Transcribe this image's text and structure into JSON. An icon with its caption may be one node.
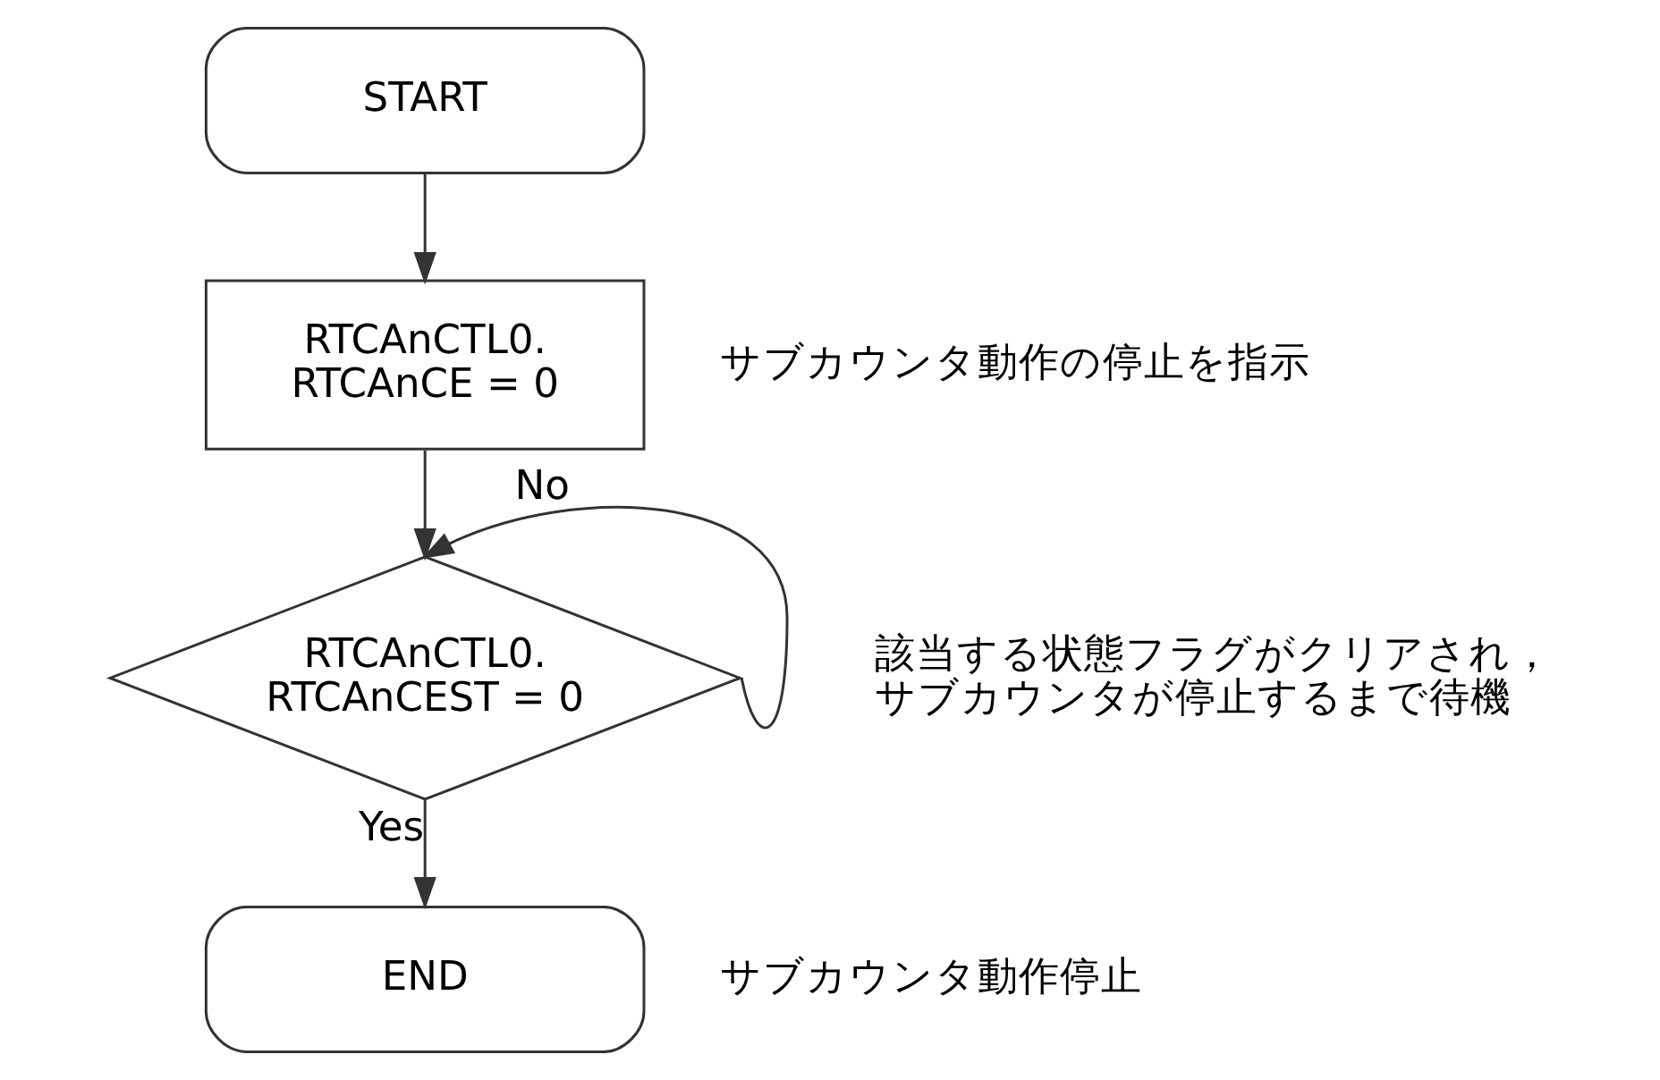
{
  "diagram": {
    "nodes": [
      {
        "text": [
          "START"
        ]
      },
      {
        "text": [
          "RTCAnCTL0. RTCAnCE = 0"
        ],
        "beside": [
          "サブカウンタ動作の停止を指示"
        ]
      },
      {
        "text": [
          "RTCAnCTL0. RTCAnCEST = 0"
        ],
        "beside": [
          "該当する状態フラグがクリアされ，サブカウンタが停止するまで待機"
        ]
      },
      {
        "text": [
          "END"
        ],
        "beside": [
          "サブカウンタ動作停止"
        ]
      }
    ],
    "edges": [
      {
        "from": 0,
        "to": 1,
        "arrow": "to"
      },
      {
        "from": 1,
        "to": 2,
        "arrow": "to"
      },
      {
        "from": 2,
        "to": 2,
        "arrow": "to",
        "label": "No"
      },
      {
        "from": 2,
        "to": 3,
        "arrow": "to",
        "label": "Yes"
      }
    ]
  }
}
